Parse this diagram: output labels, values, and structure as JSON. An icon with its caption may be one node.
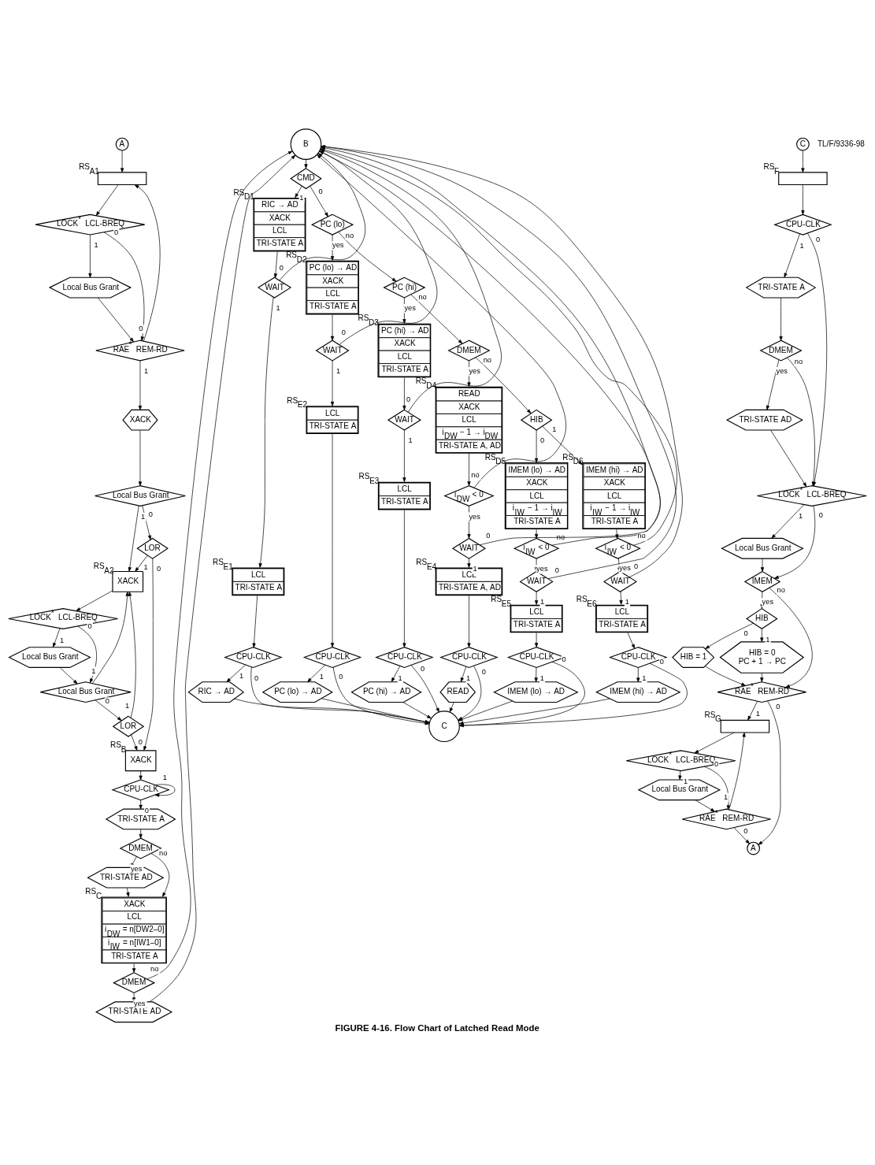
{
  "diagram": {
    "caption": "FIGURE 4-16. Flow Chart of Latched Read Mode",
    "nodes": [
      {
        "text": [
          "A"
        ]
      },
      {
        "text": [],
        "shape": "box",
        "beside": [
          "RS$_{A1}$"
        ]
      },
      {
        "text": [
          "LOCK$^{*}$ LCL-BREQ"
        ]
      },
      {
        "text": [
          "Local Bus Grant"
        ]
      },
      {
        "text": [
          "RAE$^{*}$ REM-RD"
        ]
      },
      {
        "text": [
          "XACK"
        ]
      },
      {
        "text": [
          "Local Bus Grant"
        ]
      },
      {
        "text": [
          "LOR"
        ]
      },
      {
        "text": [
          "XACK"
        ],
        "beside": [
          "RS$_{A2}$"
        ]
      },
      {
        "text": [
          "LOCK$^{*}$ LCL-BREQ"
        ]
      },
      {
        "text": [
          "Local Bus Grant"
        ]
      },
      {
        "text": [
          "Local Bus Grant"
        ]
      },
      {
        "text": [
          "LOR"
        ]
      },
      {
        "text": [
          "XACK"
        ],
        "beside": [
          "RS$_{B}$"
        ]
      },
      {
        "text": [
          "CPU-CLK"
        ]
      },
      {
        "text": [
          "TRI-STATE A"
        ]
      },
      {
        "text": [
          "DMEM"
        ]
      },
      {
        "text": [
          "TRI-STATE AD"
        ]
      },
      {
        "text": [
          "XACK",
          "LCL",
          "i$_{DW}$ = n[DW2–0]",
          "i$_{IW}$ = n[IW1–0]",
          "TRI-STATE A"
        ],
        "beside": [
          "RS$_{C}$"
        ]
      },
      {
        "text": [
          "DMEM"
        ]
      },
      {
        "text": [
          "TRI-STATE AD"
        ]
      },
      {
        "text": [
          "B"
        ]
      },
      {
        "text": [
          "CMD"
        ]
      },
      {
        "text": [
          "RIC → AD",
          "XACK",
          "LCL",
          "TRI-STATE A"
        ],
        "beside": [
          "RS$_{D1}$"
        ]
      },
      {
        "text": [
          "PC (lo)"
        ]
      },
      {
        "text": [
          "PC (lo) → AD",
          "XACK",
          "LCL",
          "TRI-STATE A"
        ],
        "beside": [
          "RS$_{D2}$"
        ]
      },
      {
        "text": [
          "PC (hi)"
        ]
      },
      {
        "text": [
          "PC (hi) → AD",
          "XACK",
          "LCL",
          "TRI-STATE A"
        ],
        "beside": [
          "RS$_{D3}$"
        ]
      },
      {
        "text": [
          "DMEM"
        ]
      },
      {
        "text": [
          "READ",
          "XACK",
          "LCL",
          "i$_{DW}$ − 1 → i$_{DW}$",
          "TRI-STATE A, AD"
        ],
        "beside": [
          "RS$_{D4}$"
        ]
      },
      {
        "text": [
          "HIB"
        ]
      },
      {
        "text": [
          "IMEM (lo) → AD",
          "XACK",
          "LCL",
          "i$_{IW}$ − 1 → i$_{IW}$",
          "TRI-STATE A"
        ],
        "beside": [
          "RS$_{D5}$"
        ]
      },
      {
        "text": [
          "IMEM (hi) → AD",
          "XACK",
          "LCL",
          "i$_{IW}$ − 1 → i$_{IW}$",
          "TRI-STATE A"
        ],
        "beside": [
          "RS$_{D6}$"
        ]
      },
      {
        "text": [
          "i$_{DW}$ < 0"
        ]
      },
      {
        "text": [
          "i$_{IW}$ < 0"
        ]
      },
      {
        "text": [
          "i$_{IW}$ < 0"
        ]
      },
      {
        "text": [
          "WAIT"
        ]
      },
      {
        "text": [
          "LCL",
          "TRI-STATE A"
        ],
        "beside": [
          "RS$_{E1}$"
        ]
      },
      {
        "text": [
          "CPU-CLK"
        ]
      },
      {
        "text": [
          "RIC → AD"
        ]
      },
      {
        "text": [
          "WAIT"
        ]
      },
      {
        "text": [
          "LCL",
          "TRI-STATE A"
        ],
        "beside": [
          "RS$_{E2}$"
        ]
      },
      {
        "text": [
          "CPU-CLK"
        ]
      },
      {
        "text": [
          "PC (lo) → AD"
        ]
      },
      {
        "text": [
          "WAIT"
        ]
      },
      {
        "text": [
          "LCL",
          "TRI-STATE A"
        ],
        "beside": [
          "RS$_{E3}$"
        ]
      },
      {
        "text": [
          "CPU-CLK"
        ]
      },
      {
        "text": [
          "PC (hi) → AD"
        ]
      },
      {
        "text": [
          "WAIT"
        ]
      },
      {
        "text": [
          "LCL",
          "TRI-STATE A, AD"
        ],
        "beside": [
          "RS$_{E4}$"
        ]
      },
      {
        "text": [
          "CPU-CLK"
        ]
      },
      {
        "text": [
          "READ"
        ]
      },
      {
        "text": [
          "WAIT"
        ]
      },
      {
        "text": [
          "LCL",
          "TRI-STATE A"
        ],
        "beside": [
          "RS$_{E5}$"
        ]
      },
      {
        "text": [
          "CPU-CLK"
        ]
      },
      {
        "text": [
          "IMEM (lo) → AD"
        ]
      },
      {
        "text": [
          "WAIT"
        ]
      },
      {
        "text": [
          "LCL",
          "TRI-STATE A"
        ],
        "beside": [
          "RS$_{E6}$"
        ]
      },
      {
        "text": [
          "CPU-CLK"
        ]
      },
      {
        "text": [
          "IMEM (hi) → AD"
        ]
      },
      {
        "text": [
          "C"
        ]
      },
      {
        "text": [
          "C"
        ]
      },
      {
        "text": [],
        "shape": "box",
        "beside": [
          "RS$_{F}$"
        ]
      },
      {
        "text": [
          "CPU-CLK"
        ]
      },
      {
        "text": [
          "TRI-STATE A"
        ]
      },
      {
        "text": [
          "DMEM"
        ]
      },
      {
        "text": [
          "TRI-STATE AD"
        ]
      },
      {
        "text": [
          "LOCK$^{*}$ LCL-BREQ"
        ]
      },
      {
        "text": [
          "Local Bus Grant"
        ]
      },
      {
        "text": [
          "IMEM"
        ]
      },
      {
        "text": [
          "HIB"
        ]
      },
      {
        "text": [
          "HIB = 1"
        ]
      },
      {
        "text": [
          "HIB = 0",
          "PC + 1 → PC"
        ]
      },
      {
        "text": [
          "RAE$^{*}$ REM-RD"
        ]
      },
      {
        "text": [],
        "shape": "box",
        "beside": [
          "RS$_{G}$"
        ]
      },
      {
        "text": [
          "LOCK$^{*}$ LCL-BREQ"
        ]
      },
      {
        "text": [
          "Local Bus Grant"
        ]
      },
      {
        "text": [
          "RAE$^{*}$ REM-RD"
        ]
      },
      {
        "text": [
          "A"
        ]
      }
    ],
    "edges": [
      {
        "from": 0,
        "to": 1,
        "arrow": "to"
      },
      {
        "from": 1,
        "to": 2,
        "arrow": "to"
      },
      {
        "from": 2,
        "to": 4,
        "label": "0",
        "arrow": "to"
      },
      {
        "from": 2,
        "to": 3,
        "label": "1",
        "arrow": "to"
      },
      {
        "from": 3,
        "to": 4,
        "arrow": "to"
      },
      {
        "from": 4,
        "to": 1,
        "label": "0",
        "arrow": "to"
      },
      {
        "from": 4,
        "to": 5,
        "label": "1",
        "arrow": "to"
      },
      {
        "from": 5,
        "to": 6,
        "arrow": "to"
      },
      {
        "from": 6,
        "to": 7,
        "label": "0",
        "arrow": "to"
      },
      {
        "from": 6,
        "to": 8,
        "label": "1",
        "arrow": "to"
      },
      {
        "from": 7,
        "to": 8,
        "label": "1",
        "arrow": "to"
      },
      {
        "from": 7,
        "to": 13,
        "label": "0",
        "arrow": "to"
      },
      {
        "from": 8,
        "to": 9,
        "arrow": "to"
      },
      {
        "from": 9,
        "to": 11,
        "label": "0",
        "arrow": "to"
      },
      {
        "from": 9,
        "to": 10,
        "label": "1",
        "arrow": "to"
      },
      {
        "from": 10,
        "to": 11,
        "arrow": "to"
      },
      {
        "from": 11,
        "to": 12,
        "label": "0",
        "arrow": "to"
      },
      {
        "from": 11,
        "to": 8,
        "label": "1",
        "arrow": "to"
      },
      {
        "from": 12,
        "to": 8,
        "label": "1",
        "arrow": "to"
      },
      {
        "from": 12,
        "to": 13,
        "label": "0",
        "arrow": "to"
      },
      {
        "from": 13,
        "to": 14,
        "arrow": "to"
      },
      {
        "from": 14,
        "to": 14,
        "label": "1",
        "arrow": "to"
      },
      {
        "from": 14,
        "to": 15,
        "label": "0",
        "arrow": "to"
      },
      {
        "from": 15,
        "to": 16,
        "arrow": "to"
      },
      {
        "from": 16,
        "to": 18,
        "label": "no",
        "arrow": "to"
      },
      {
        "from": 16,
        "to": 17,
        "label": "yes",
        "arrow": "to"
      },
      {
        "from": 17,
        "to": 18,
        "arrow": "to"
      },
      {
        "from": 18,
        "to": 19,
        "arrow": "to"
      },
      {
        "from": 19,
        "to": 21,
        "label": "no",
        "arrow": "to"
      },
      {
        "from": 19,
        "to": 20,
        "label": "yes",
        "arrow": "to"
      },
      {
        "from": 20,
        "to": 21,
        "arrow": "to"
      },
      {
        "from": 21,
        "to": 22,
        "arrow": "to"
      },
      {
        "from": 22,
        "to": 23,
        "label": "1",
        "arrow": "to"
      },
      {
        "from": 22,
        "to": 24,
        "label": "0",
        "arrow": "to"
      },
      {
        "from": 24,
        "to": 25,
        "label": "yes",
        "arrow": "to"
      },
      {
        "from": 24,
        "to": 26,
        "label": "no",
        "arrow": "to"
      },
      {
        "from": 26,
        "to": 27,
        "label": "yes",
        "arrow": "to"
      },
      {
        "from": 26,
        "to": 28,
        "label": "no",
        "arrow": "to"
      },
      {
        "from": 28,
        "to": 29,
        "label": "yes",
        "arrow": "to"
      },
      {
        "from": 28,
        "to": 30,
        "label": "no",
        "arrow": "to"
      },
      {
        "from": 30,
        "to": 31,
        "label": "0",
        "arrow": "to"
      },
      {
        "from": 30,
        "to": 32,
        "label": "1",
        "arrow": "to"
      },
      {
        "from": 23,
        "to": 36,
        "arrow": "to"
      },
      {
        "from": 25,
        "to": 40,
        "arrow": "to"
      },
      {
        "from": 27,
        "to": 44,
        "arrow": "to"
      },
      {
        "from": 29,
        "to": 33,
        "arrow": "to"
      },
      {
        "from": 33,
        "to": 48,
        "label": "yes",
        "arrow": "to"
      },
      {
        "from": 33,
        "to": 21,
        "label": "no",
        "arrow": "to"
      },
      {
        "from": 31,
        "to": 34,
        "arrow": "to"
      },
      {
        "from": 34,
        "to": 52,
        "label": "yes",
        "arrow": "to"
      },
      {
        "from": 34,
        "to": 21,
        "label": "no",
        "arrow": "to"
      },
      {
        "from": 32,
        "to": 35,
        "arrow": "to"
      },
      {
        "from": 35,
        "to": 56,
        "label": "yes",
        "arrow": "to"
      },
      {
        "from": 35,
        "to": 21,
        "label": "no",
        "arrow": "to"
      },
      {
        "from": 36,
        "to": 37,
        "label": "1",
        "arrow": "to"
      },
      {
        "from": 36,
        "to": 21,
        "label": "0",
        "arrow": "to"
      },
      {
        "from": 37,
        "to": 38,
        "arrow": "to"
      },
      {
        "from": 38,
        "to": 60,
        "label": "0",
        "arrow": "to"
      },
      {
        "from": 38,
        "to": 39,
        "label": "1",
        "arrow": "to"
      },
      {
        "from": 39,
        "to": 60,
        "arrow": "to"
      },
      {
        "from": 40,
        "to": 41,
        "label": "1",
        "arrow": "to"
      },
      {
        "from": 40,
        "to": 21,
        "label": "0",
        "arrow": "to"
      },
      {
        "from": 41,
        "to": 42,
        "arrow": "to"
      },
      {
        "from": 42,
        "to": 60,
        "label": "0",
        "arrow": "to"
      },
      {
        "from": 42,
        "to": 43,
        "label": "1",
        "arrow": "to"
      },
      {
        "from": 43,
        "to": 60,
        "arrow": "to"
      },
      {
        "from": 44,
        "to": 45,
        "label": "1",
        "arrow": "to"
      },
      {
        "from": 44,
        "to": 21,
        "label": "0",
        "arrow": "to"
      },
      {
        "from": 45,
        "to": 46,
        "arrow": "to"
      },
      {
        "from": 46,
        "to": 60,
        "label": "0",
        "arrow": "to"
      },
      {
        "from": 46,
        "to": 47,
        "label": "1",
        "arrow": "to"
      },
      {
        "from": 47,
        "to": 60,
        "arrow": "to"
      },
      {
        "from": 48,
        "to": 49,
        "label": "1",
        "arrow": "to"
      },
      {
        "from": 48,
        "to": 21,
        "label": "0",
        "arrow": "to"
      },
      {
        "from": 49,
        "to": 50,
        "arrow": "to"
      },
      {
        "from": 50,
        "to": 60,
        "label": "0",
        "arrow": "to"
      },
      {
        "from": 50,
        "to": 51,
        "label": "1",
        "arrow": "to"
      },
      {
        "from": 51,
        "to": 60,
        "arrow": "to"
      },
      {
        "from": 52,
        "to": 53,
        "label": "1",
        "arrow": "to"
      },
      {
        "from": 52,
        "to": 21,
        "label": "0",
        "arrow": "to"
      },
      {
        "from": 53,
        "to": 54,
        "arrow": "to"
      },
      {
        "from": 54,
        "to": 60,
        "label": "0",
        "arrow": "to"
      },
      {
        "from": 54,
        "to": 55,
        "label": "1",
        "arrow": "to"
      },
      {
        "from": 55,
        "to": 60,
        "arrow": "to"
      },
      {
        "from": 56,
        "to": 57,
        "label": "1",
        "arrow": "to"
      },
      {
        "from": 56,
        "to": 21,
        "label": "0",
        "arrow": "to"
      },
      {
        "from": 57,
        "to": 58,
        "arrow": "to"
      },
      {
        "from": 58,
        "to": 60,
        "label": "0",
        "arrow": "to"
      },
      {
        "from": 58,
        "to": 59,
        "label": "1",
        "arrow": "to"
      },
      {
        "from": 59,
        "to": 60,
        "arrow": "to"
      },
      {
        "from": 61,
        "to": 62,
        "arrow": "to"
      },
      {
        "from": 62,
        "to": 63,
        "arrow": "to"
      },
      {
        "from": 63,
        "to": 67,
        "label": "0",
        "arrow": "to"
      },
      {
        "from": 63,
        "to": 64,
        "label": "1",
        "arrow": "to"
      },
      {
        "from": 64,
        "to": 65,
        "arrow": "to"
      },
      {
        "from": 65,
        "to": 67,
        "label": "no",
        "arrow": "to"
      },
      {
        "from": 65,
        "to": 66,
        "label": "yes",
        "arrow": "to"
      },
      {
        "from": 66,
        "to": 67,
        "arrow": "to"
      },
      {
        "from": 67,
        "to": 69,
        "label": "0",
        "arrow": "to"
      },
      {
        "from": 67,
        "to": 68,
        "label": "1",
        "arrow": "to"
      },
      {
        "from": 68,
        "to": 69,
        "arrow": "to"
      },
      {
        "from": 69,
        "to": 70,
        "label": "yes",
        "arrow": "to"
      },
      {
        "from": 69,
        "to": 73,
        "label": "no",
        "arrow": "to"
      },
      {
        "from": 70,
        "to": 71,
        "label": "0",
        "arrow": "to"
      },
      {
        "from": 70,
        "to": 72,
        "label": "1",
        "arrow": "to"
      },
      {
        "from": 71,
        "to": 73,
        "arrow": "to"
      },
      {
        "from": 72,
        "to": 73,
        "arrow": "to"
      },
      {
        "from": 73,
        "to": 74,
        "label": "1",
        "arrow": "to"
      },
      {
        "from": 73,
        "to": 78,
        "label": "0",
        "arrow": "to"
      },
      {
        "from": 74,
        "to": 75,
        "arrow": "to"
      },
      {
        "from": 75,
        "to": 77,
        "label": "0",
        "arrow": "to"
      },
      {
        "from": 75,
        "to": 76,
        "label": "1",
        "arrow": "to"
      },
      {
        "from": 76,
        "to": 77,
        "arrow": "to"
      },
      {
        "from": 77,
        "to": 78,
        "label": "0",
        "arrow": "to"
      },
      {
        "from": 77,
        "to": 74,
        "label": "1",
        "arrow": "to"
      }
    ],
    "labels": [
      "TL/F/9336-98"
    ]
  }
}
